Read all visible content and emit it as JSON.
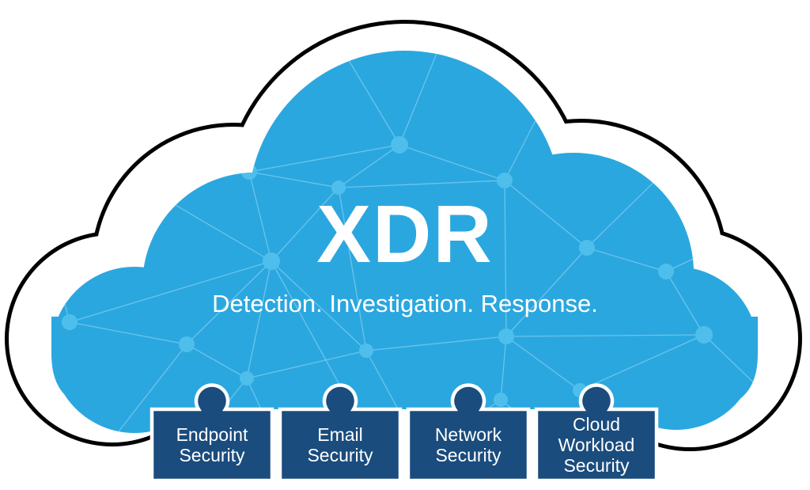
{
  "diagram": {
    "title": "XDR",
    "subtitle": "Detection. Investigation. Response."
  },
  "modules": [
    {
      "label": "Endpoint\nSecurity"
    },
    {
      "label": "Email\nSecurity"
    },
    {
      "label": "Network\nSecurity"
    },
    {
      "label": "Cloud\nWorkload\nSecurity"
    }
  ],
  "colors": {
    "cloud_fill": "#2BA7DF",
    "node_fill": "#4EBFEC",
    "line_stroke": "#9FDCF6",
    "module_fill": "#1A4C7D",
    "outline": "#000000",
    "text": "#FFFFFF"
  }
}
